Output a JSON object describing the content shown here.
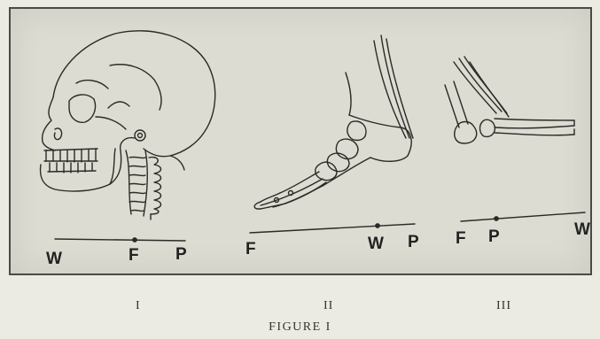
{
  "figures": [
    {
      "numeral": "I",
      "labels": [
        "W",
        "F",
        "P"
      ]
    },
    {
      "numeral": "II",
      "labels": [
        "F",
        "W",
        "P"
      ]
    },
    {
      "numeral": "III",
      "labels": [
        "F",
        "P",
        "W"
      ]
    }
  ],
  "caption": "FIGURE I",
  "colors": {
    "ink": "#2a2a28",
    "plate": "#dcdcd2",
    "paper": "#ebebe3"
  }
}
